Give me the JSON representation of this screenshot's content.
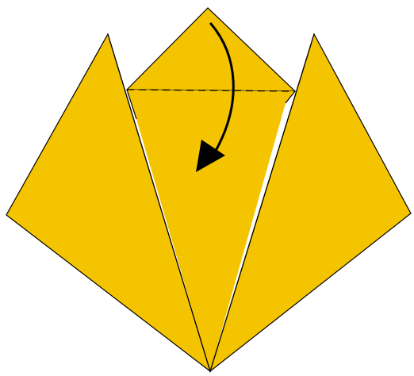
{
  "diagram": {
    "kind": "origami-fold-step",
    "paper_color": "#F5C400",
    "line_color": "#000000",
    "parts": [
      "top-flap",
      "left-petal",
      "right-petal",
      "center-body"
    ],
    "fold_line": {
      "style": "valley-fold-dashed",
      "location": "base-of-top-flap"
    },
    "arrow": {
      "direction": "fold-down",
      "style": "curved-black-arrow"
    }
  }
}
